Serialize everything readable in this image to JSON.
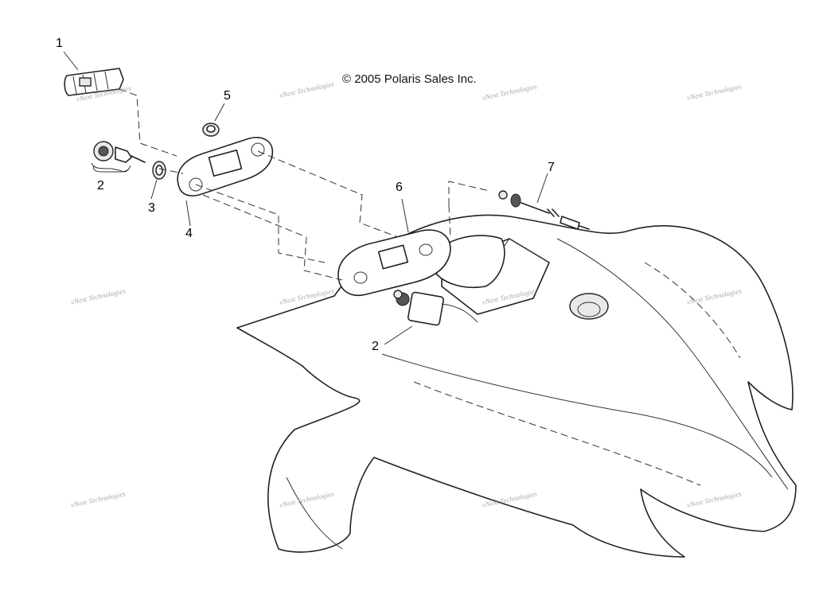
{
  "copyright": "© 2005 Polaris Sales Inc.",
  "callouts": [
    "1",
    "2",
    "3",
    "4",
    "5",
    "6",
    "7",
    "2"
  ],
  "watermark": "vNext Technologies"
}
